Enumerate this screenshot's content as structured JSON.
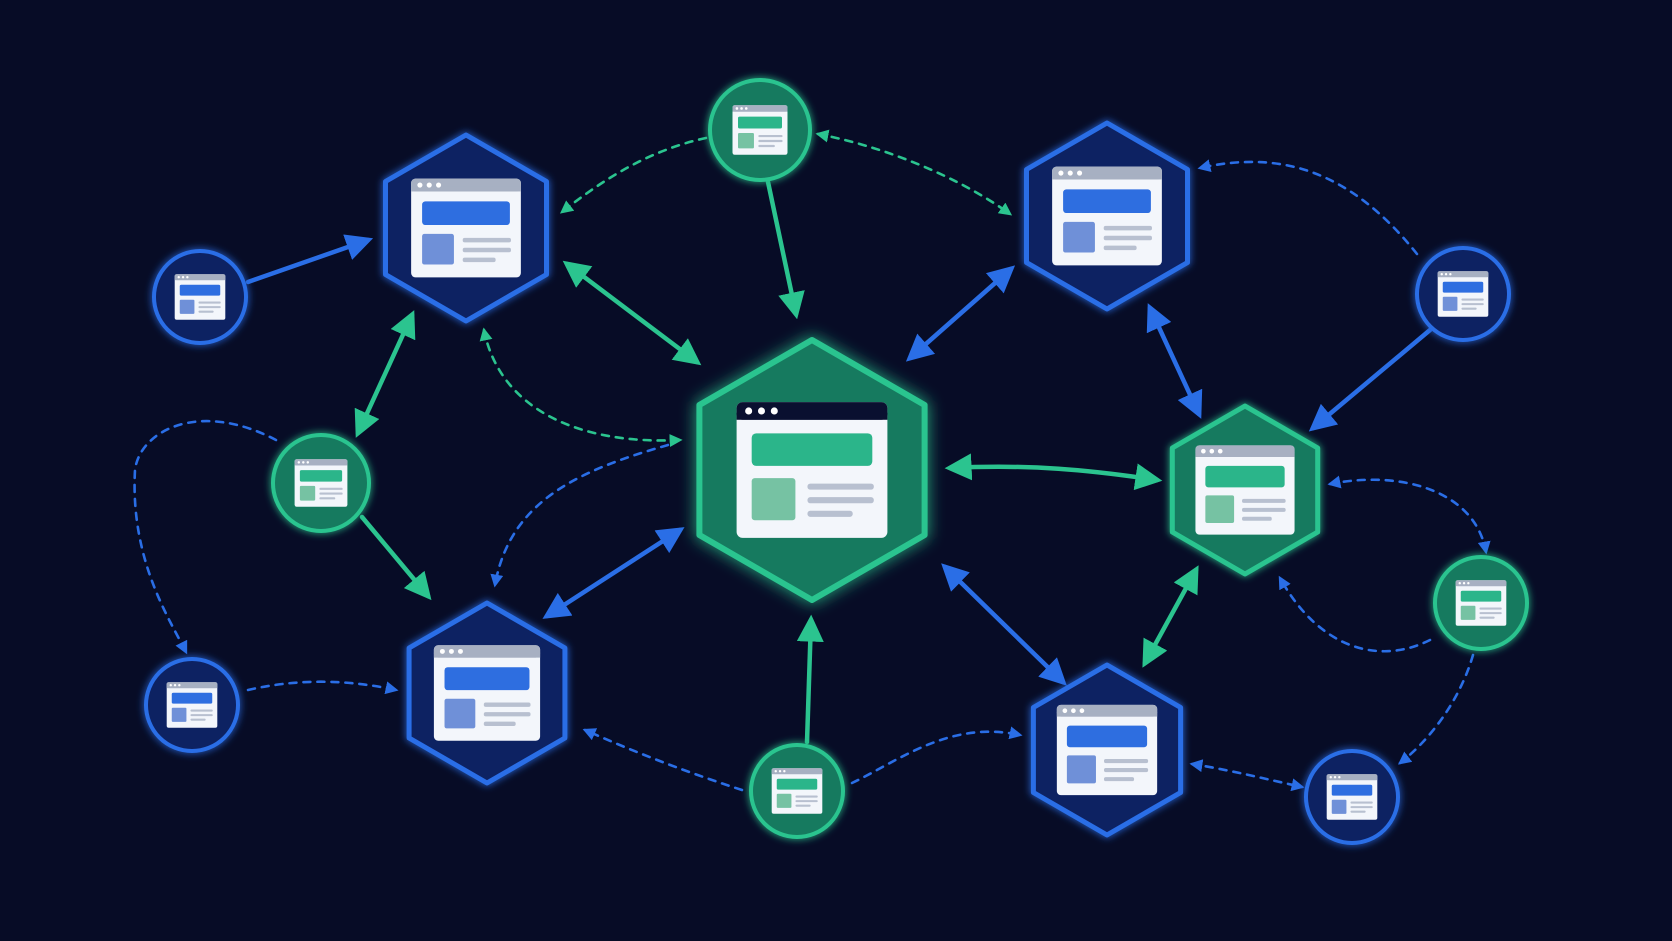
{
  "colors": {
    "background": "#070c26",
    "blue_accent": "#2a6ee6",
    "blue_node_fill": "#0c2062",
    "green_accent": "#2bc48f",
    "green_node_fill": "#147a5e",
    "card_white": "#f3f6fb",
    "card_header_gray": "#a7b0c2",
    "card_header_dark": "#0a1030",
    "blue_block": "#2e6ee0",
    "blue_block_light": "#6f90d8",
    "green_block": "#2bb58a",
    "green_block_light": "#76c2a3",
    "line_gray": "#b8c0d0"
  },
  "nodes": [
    {
      "id": "hub",
      "kind": "hex",
      "theme": "green",
      "icon": "browser-window-icon"
    },
    {
      "id": "top-left-hex",
      "kind": "hex",
      "theme": "blue",
      "icon": "browser-window-icon"
    },
    {
      "id": "top-right-hex",
      "kind": "hex",
      "theme": "blue",
      "icon": "browser-window-icon"
    },
    {
      "id": "bottom-left-hex",
      "kind": "hex",
      "theme": "blue",
      "icon": "browser-window-icon"
    },
    {
      "id": "bottom-right-hex",
      "kind": "hex",
      "theme": "blue",
      "icon": "browser-window-icon"
    },
    {
      "id": "right-hex",
      "kind": "hex",
      "theme": "green",
      "icon": "browser-window-icon"
    },
    {
      "id": "top-circle",
      "kind": "circle",
      "theme": "green",
      "icon": "browser-window-icon"
    },
    {
      "id": "left-circle",
      "kind": "circle",
      "theme": "blue",
      "icon": "browser-window-icon"
    },
    {
      "id": "mid-left-circle",
      "kind": "circle",
      "theme": "green",
      "icon": "browser-window-icon"
    },
    {
      "id": "bottom-left-circle",
      "kind": "circle",
      "theme": "blue",
      "icon": "browser-window-icon"
    },
    {
      "id": "bottom-circle",
      "kind": "circle",
      "theme": "green",
      "icon": "browser-window-icon"
    },
    {
      "id": "right-top-circle",
      "kind": "circle",
      "theme": "blue",
      "icon": "browser-window-icon"
    },
    {
      "id": "right-mid-circle",
      "kind": "circle",
      "theme": "green",
      "icon": "browser-window-icon"
    },
    {
      "id": "bottom-right-circle",
      "kind": "circle",
      "theme": "blue",
      "icon": "browser-window-icon"
    }
  ],
  "edges": [
    {
      "from": "left-circle",
      "to": "top-left-hex",
      "style": "solid",
      "theme": "blue",
      "arrows": "end"
    },
    {
      "from": "top-left-hex",
      "to": "hub",
      "style": "solid",
      "theme": "green",
      "arrows": "both"
    },
    {
      "from": "top-circle",
      "to": "hub",
      "style": "solid",
      "theme": "green",
      "arrows": "end"
    },
    {
      "from": "top-right-hex",
      "to": "hub",
      "style": "solid",
      "theme": "blue",
      "arrows": "both"
    },
    {
      "from": "top-left-hex",
      "to": "mid-left-circle",
      "style": "solid",
      "theme": "green",
      "arrows": "both"
    },
    {
      "from": "mid-left-circle",
      "to": "bottom-left-hex",
      "style": "solid",
      "theme": "green",
      "arrows": "end"
    },
    {
      "from": "bottom-left-hex",
      "to": "hub",
      "style": "solid",
      "theme": "blue",
      "arrows": "both"
    },
    {
      "from": "bottom-circle",
      "to": "hub",
      "style": "solid",
      "theme": "green",
      "arrows": "end"
    },
    {
      "from": "hub",
      "to": "bottom-right-hex",
      "style": "solid",
      "theme": "blue",
      "arrows": "both"
    },
    {
      "from": "hub",
      "to": "right-hex",
      "style": "solid",
      "theme": "green",
      "arrows": "both"
    },
    {
      "from": "top-right-hex",
      "to": "right-hex",
      "style": "solid",
      "theme": "blue",
      "arrows": "both"
    },
    {
      "from": "right-top-circle",
      "to": "right-hex",
      "style": "solid",
      "theme": "blue",
      "arrows": "end"
    },
    {
      "from": "right-hex",
      "to": "bottom-right-hex",
      "style": "solid",
      "theme": "green",
      "arrows": "both"
    },
    {
      "from": "top-circle",
      "to": "top-left-hex",
      "style": "dashed",
      "theme": "green",
      "arrows": "end"
    },
    {
      "from": "top-circle",
      "to": "top-right-hex",
      "style": "dashed",
      "theme": "green",
      "arrows": "both"
    },
    {
      "from": "right-top-circle",
      "to": "top-right-hex",
      "style": "dashed",
      "theme": "blue",
      "arrows": "end"
    },
    {
      "from": "top-left-hex",
      "to": "hub",
      "style": "dashed",
      "theme": "green",
      "arrows": "both"
    },
    {
      "from": "hub",
      "to": "bottom-left-hex",
      "style": "dashed",
      "theme": "blue",
      "arrows": "end"
    },
    {
      "from": "mid-left-circle",
      "to": "bottom-left-circle",
      "style": "dashed",
      "theme": "blue",
      "arrows": "end"
    },
    {
      "from": "bottom-left-circle",
      "to": "bottom-left-hex",
      "style": "dashed",
      "theme": "blue",
      "arrows": "end"
    },
    {
      "from": "bottom-circle",
      "to": "bottom-left-hex",
      "style": "dashed",
      "theme": "blue",
      "arrows": "end"
    },
    {
      "from": "bottom-circle",
      "to": "bottom-right-hex",
      "style": "dashed",
      "theme": "blue",
      "arrows": "end"
    },
    {
      "from": "right-hex",
      "to": "right-mid-circle",
      "style": "dashed",
      "theme": "blue",
      "arrows": "both"
    },
    {
      "from": "right-mid-circle",
      "to": "right-hex",
      "style": "dashed",
      "theme": "blue",
      "arrows": "end"
    },
    {
      "from": "right-mid-circle",
      "to": "bottom-right-circle",
      "style": "dashed",
      "theme": "blue",
      "arrows": "end"
    },
    {
      "from": "bottom-right-hex",
      "to": "bottom-right-circle",
      "style": "dashed",
      "theme": "blue",
      "arrows": "both"
    }
  ]
}
